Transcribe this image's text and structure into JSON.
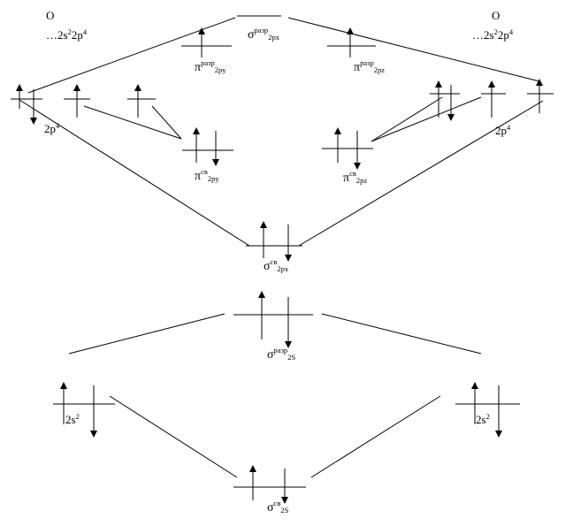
{
  "atom_left": {
    "symbol": "O",
    "config": {
      "prefix": "…2s",
      "s_count": "2",
      "mid": "2p",
      "p_count": "4"
    }
  },
  "atom_right": {
    "symbol": "O",
    "config": {
      "prefix": "…2s",
      "s_count": "2",
      "mid": "2p",
      "p_count": "4"
    }
  },
  "ao_labels": {
    "left_2p": {
      "base": "2p",
      "sup": "4"
    },
    "right_2p": {
      "base": "2p",
      "sup": "4"
    },
    "left_2s": {
      "base": "2s",
      "sup": "2"
    },
    "right_2s": {
      "base": "2s",
      "sup": "2"
    }
  },
  "mo_labels": {
    "sigma_star_2px": {
      "symbol": "σ",
      "sup": "разр",
      "sub": "2px"
    },
    "pi_star_2py": {
      "symbol": "π",
      "sup": "разр",
      "sub": "2py"
    },
    "pi_star_2pz": {
      "symbol": "π",
      "sup": "разр",
      "sub": "2pz"
    },
    "pi_2py": {
      "symbol": "π",
      "sup": "св",
      "sub": "2py"
    },
    "pi_2pz": {
      "symbol": "π",
      "sup": "св",
      "sub": "2pz"
    },
    "sigma_2px": {
      "symbol": "σ",
      "sup": "св",
      "sub": "2px"
    },
    "sigma_star_2s": {
      "symbol": "σ",
      "sup": "разр",
      "sub": "2S"
    },
    "sigma_2s": {
      "symbol": "σ",
      "sup": "св",
      "sub": "2S"
    }
  },
  "electron_counts": {
    "left_2p": [
      2,
      1,
      1
    ],
    "right_2p": [
      2,
      1,
      1
    ],
    "sigma_star_2px": 0,
    "pi_star_2py": 1,
    "pi_star_2pz": 1,
    "pi_2py": 2,
    "pi_2pz": 2,
    "sigma_2px": 2,
    "sigma_star_2s": 2,
    "sigma_2s": 2,
    "left_2s": 2,
    "right_2s": 2
  }
}
